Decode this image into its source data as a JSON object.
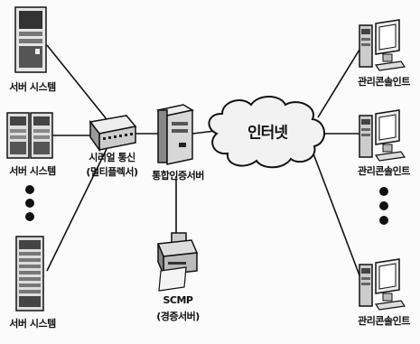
{
  "nodes": {
    "server_label": "서버 시스템",
    "serial_label_line1": "시리얼 통신",
    "serial_label_line2": "(멀티플렉서)",
    "auth_server_label": "통합인증서버",
    "internet_label": "인터넷",
    "scmp_label_line1": "SCMP",
    "scmp_label_line2": "(경증서버)",
    "admin_label": "관리콘솔인트"
  }
}
